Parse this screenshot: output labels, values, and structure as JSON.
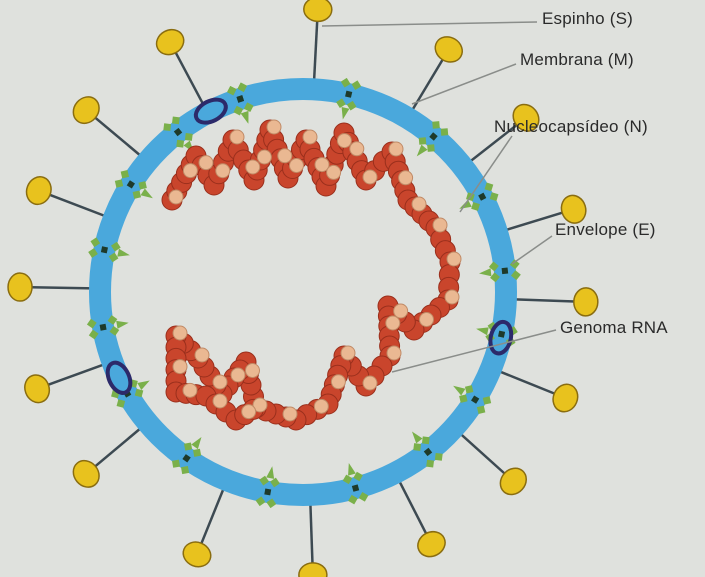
{
  "labels": {
    "spike": "Espinho (S)",
    "membrane": "Membrana (M)",
    "nucleocapsid": "Nucleocapsídeo (N)",
    "envelope": "Envelope (E)",
    "genome": "Genoma RNA"
  },
  "colors": {
    "background": "#dfe1dd",
    "envelope_ring": "#4aa8dc",
    "membrane_protein": "#7ab04a",
    "membrane_dark": "#1e3a2a",
    "spike_head": "#e8c21e",
    "spike_stalk": "#3d4a52",
    "envelope_protein": "#2c2a6a",
    "rna_dark": "#c9452c",
    "rna_light": "#eab892",
    "leader_line": "#8a8d8a"
  }
}
